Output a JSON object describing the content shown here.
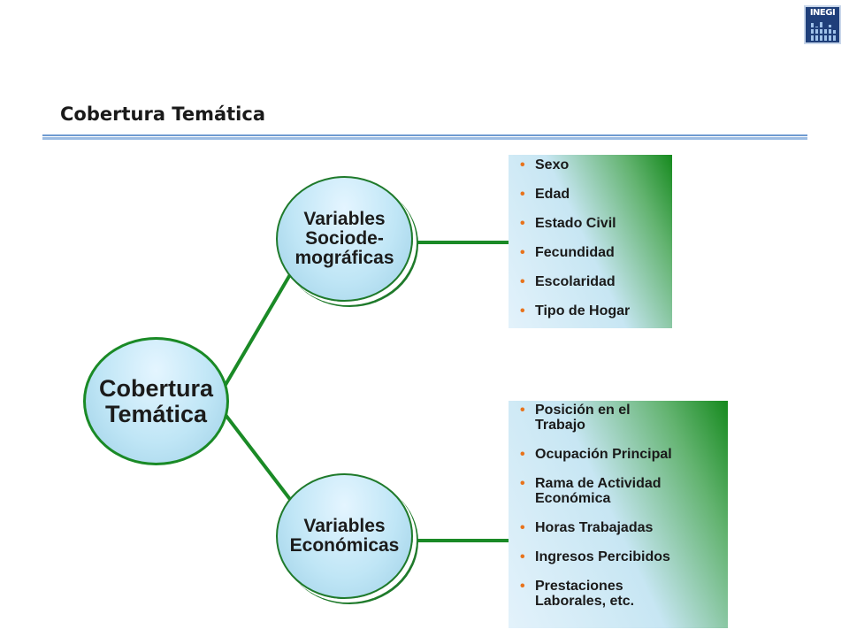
{
  "logo": {
    "text": "INEGI",
    "icon": "inegi-logo-icon"
  },
  "header": {
    "title": "Cobertura Temática"
  },
  "diagram": {
    "root": {
      "label": "Cobertura\nTemática"
    },
    "socio": {
      "label": "Variables\nSociode-\nmográficas",
      "items": [
        "Sexo",
        "Edad",
        "Estado Civil",
        "Fecundidad",
        "Escolaridad",
        "Tipo de Hogar"
      ]
    },
    "econ": {
      "label": "Variables\nEconómicas",
      "items": [
        "Posición en el Trabajo",
        "Ocupación Principal",
        "Rama de Actividad Económica",
        "Horas Trabajadas",
        "Ingresos Percibidos",
        "Prestaciones Laborales, etc."
      ]
    },
    "colors": {
      "connector": "#1a8a26",
      "bullet": "#e8731c",
      "node_border": "#1f7a2b"
    }
  }
}
